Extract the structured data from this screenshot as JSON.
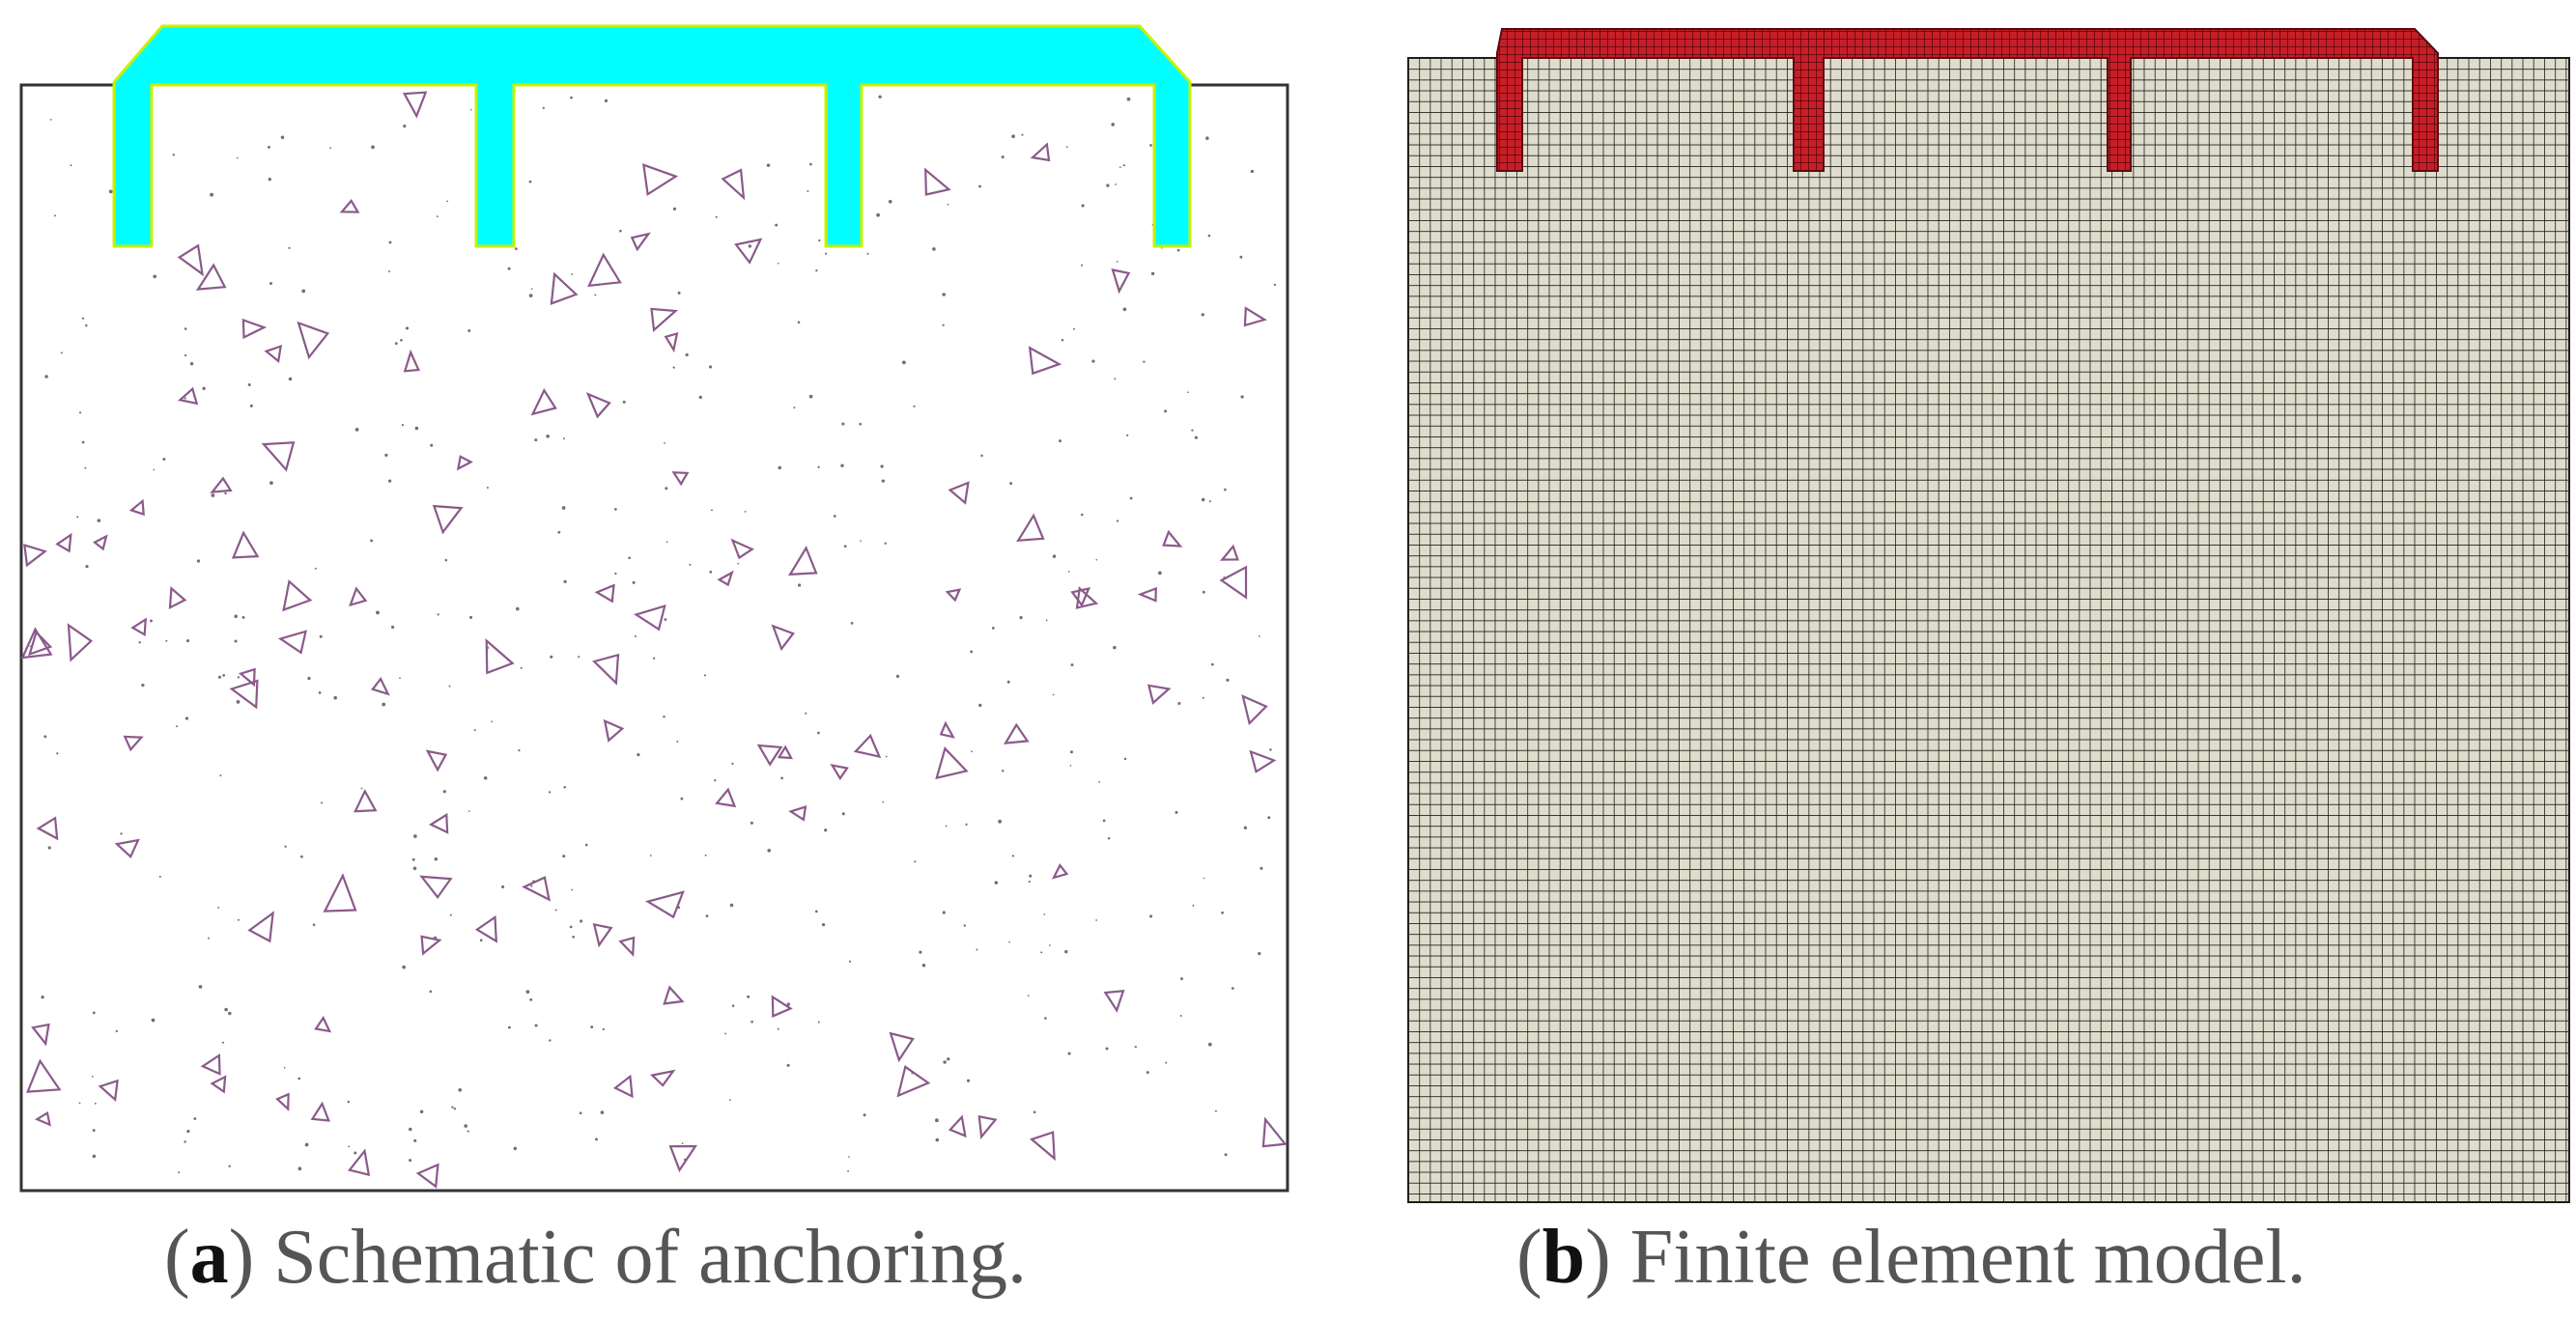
{
  "panel_a": {
    "caption_open": "(",
    "caption_letter": "a",
    "caption_close": ")",
    "caption_text": " Schematic of anchoring.",
    "colors": {
      "anchor_fill": "#00ffff",
      "anchor_edge": "#c8f000",
      "aggregate": "#8a5a8a",
      "block_border": "#333333"
    }
  },
  "panel_b": {
    "caption_open": "(",
    "caption_letter": "b",
    "caption_close": ")",
    "caption_text": " Finite element model.",
    "colors": {
      "mesh_fill": "#dedccc",
      "mesh_line": "#1e1e1a",
      "anchor_fill": "#c81e28",
      "anchor_line": "#3c0005"
    }
  }
}
